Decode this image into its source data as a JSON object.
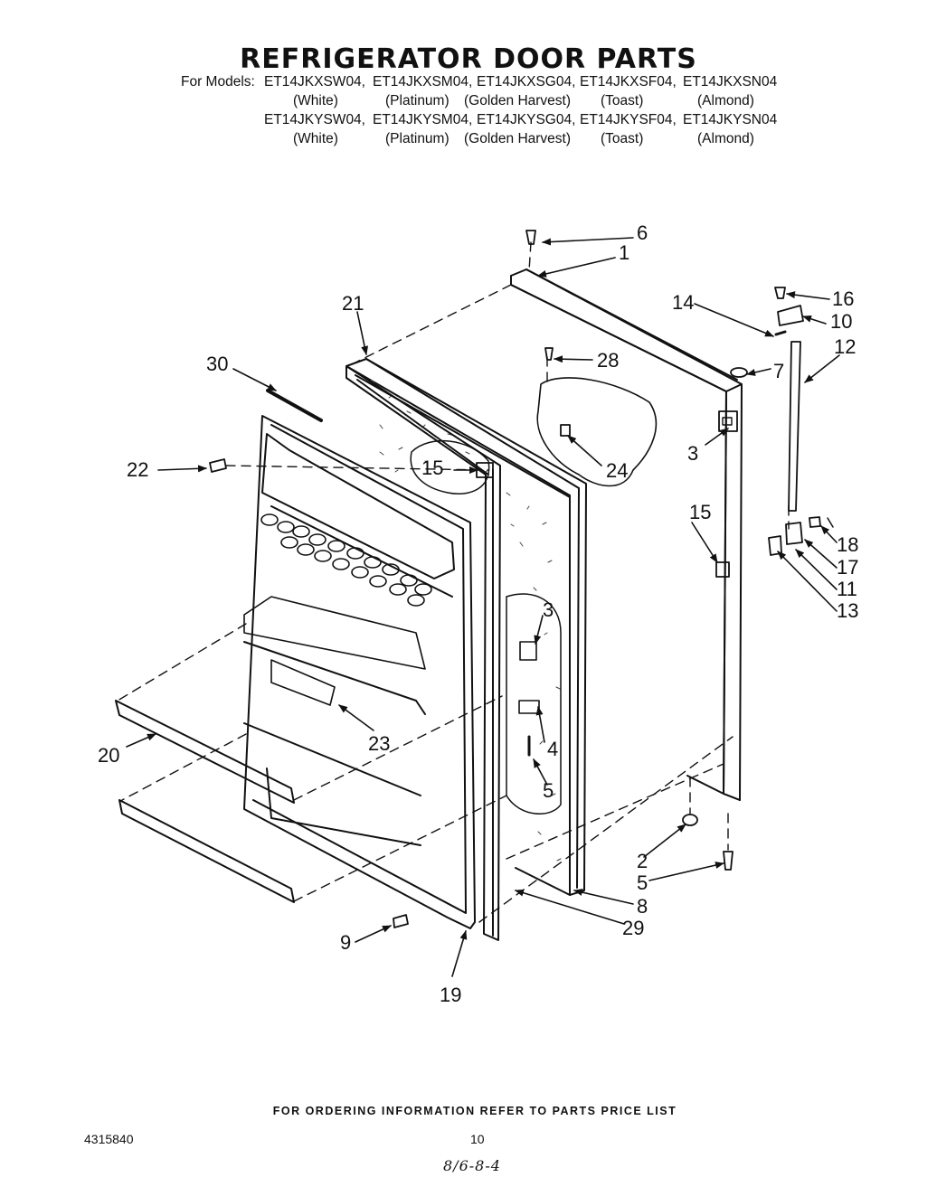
{
  "title": "REFRIGERATOR DOOR PARTS",
  "models": {
    "prefix": "For Models:",
    "row1": [
      "ET14JKXSW04,",
      "ET14JKXSM04,",
      "ET14JKXSG04,",
      "ET14JKXSF04,",
      "ET14JKXSN04"
    ],
    "row2": [
      "(White)",
      "(Platinum)",
      "(Golden Harvest)",
      "(Toast)",
      "(Almond)"
    ],
    "row3": [
      "ET14JKYSW04,",
      "ET14JKYSM04,",
      "ET14JKYSG04,",
      "ET14JKYSF04,",
      "ET14JKYSN04"
    ],
    "row4": [
      "(White)",
      "(Platinum)",
      "(Golden Harvest)",
      "(Toast)",
      "(Almond)"
    ]
  },
  "callouts": {
    "c1": "1",
    "c2": "2",
    "c3a": "3",
    "c3b": "3",
    "c4": "4",
    "c5a": "5",
    "c5b": "5",
    "c6": "6",
    "c7": "7",
    "c8": "8",
    "c9": "9",
    "c10": "10",
    "c11": "11",
    "c12": "12",
    "c13": "13",
    "c14": "14",
    "c15a": "15",
    "c15b": "15",
    "c16": "16",
    "c17": "17",
    "c18": "18",
    "c19": "19",
    "c20": "20",
    "c21": "21",
    "c22": "22",
    "c23": "23",
    "c24": "24",
    "c28": "28",
    "c29": "29",
    "c30": "30"
  },
  "footer": {
    "ordering_note": "FOR ORDERING INFORMATION REFER TO PARTS PRICE LIST",
    "doc_number": "4315840",
    "page_number": "10",
    "handwritten": "8/6-8-4"
  }
}
